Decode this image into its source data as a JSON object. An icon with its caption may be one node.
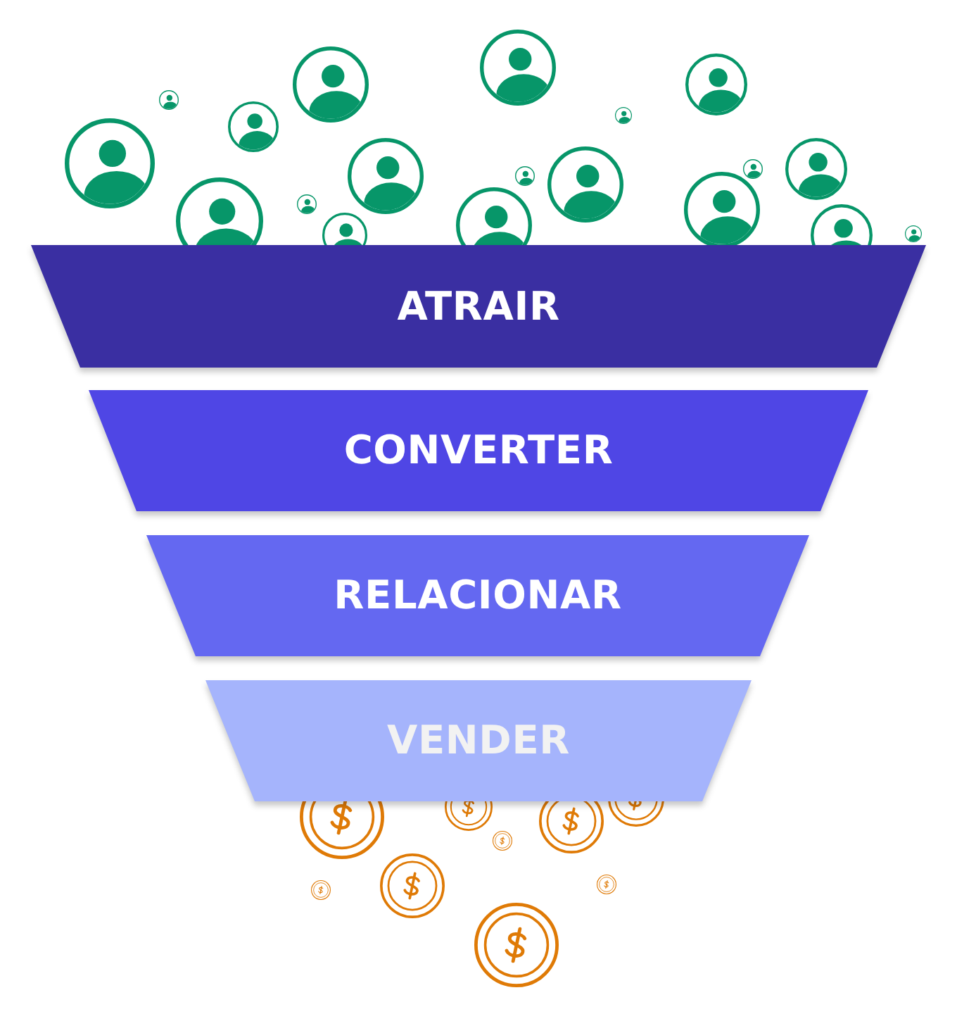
{
  "diagram": {
    "nodes": [
      {
        "text": [
          "ATRAIR"
        ]
      },
      {
        "text": [
          "CONVERTER"
        ]
      },
      {
        "text": [
          "RELACIONAR"
        ]
      },
      {
        "text": [
          "VENDER"
        ]
      }
    ]
  }
}
